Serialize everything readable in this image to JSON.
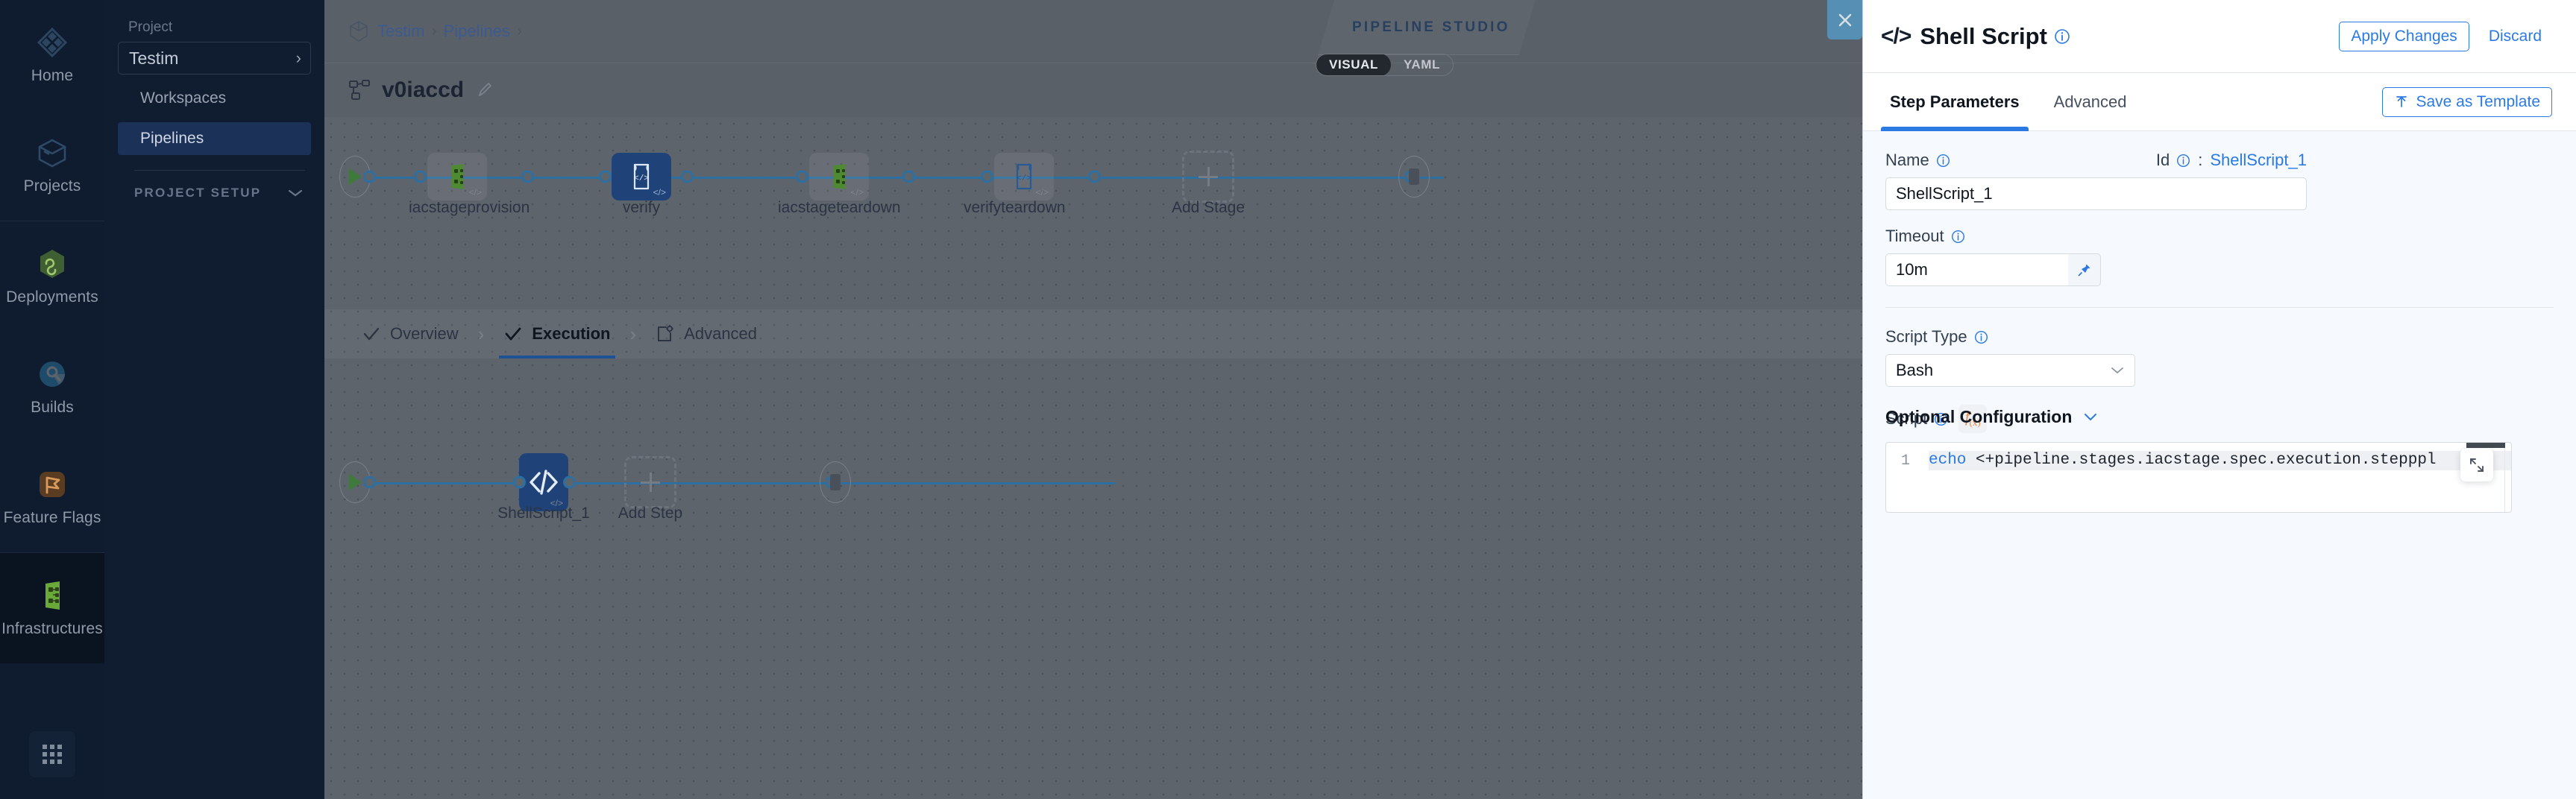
{
  "icon_rail": {
    "items": [
      {
        "label": "Home",
        "icon": "home-diamond-icon"
      },
      {
        "label": "Projects",
        "icon": "cube-icon"
      },
      {
        "label": "Deployments",
        "icon": "infinity-hex-icon"
      },
      {
        "label": "Builds",
        "icon": "build-pie-icon"
      },
      {
        "label": "Feature Flags",
        "icon": "flag-icon"
      },
      {
        "label": "Infrastructures",
        "icon": "infrastructure-icon"
      }
    ],
    "grid_button": "app-grid-icon"
  },
  "project_nav": {
    "caption": "Project",
    "project_name": "Testim",
    "picker_arrow": "›",
    "items": [
      {
        "label": "Workspaces",
        "active": false
      },
      {
        "label": "Pipelines",
        "active": true
      }
    ],
    "section_label": "PROJECT SETUP"
  },
  "breadcrumb": {
    "items": [
      "Testim",
      "Pipelines"
    ],
    "separator": "›",
    "trailing_separator": "›"
  },
  "studio_tag": "PIPELINE STUDIO",
  "title_bar": {
    "pipeline_name": "v0iaccd"
  },
  "mode_toggle": {
    "options": [
      "VISUAL",
      "YAML"
    ],
    "selected": "VISUAL"
  },
  "stage_graph": {
    "nodes": [
      {
        "label": "iacstageprovision",
        "type": "infrastructure",
        "selected": false
      },
      {
        "label": "verify",
        "type": "shell",
        "selected": true
      },
      {
        "label": "iacstageteardown",
        "type": "infrastructure",
        "selected": false
      },
      {
        "label": "verifyteardown",
        "type": "shell",
        "selected": false
      }
    ],
    "add_label": "Add Stage"
  },
  "stage_tabs": {
    "items": [
      {
        "label": "Overview",
        "icon": "check-icon",
        "current": false
      },
      {
        "label": "Execution",
        "icon": "check-icon",
        "current": true
      },
      {
        "label": "Advanced",
        "icon": "advanced-gear-icon",
        "current": false
      }
    ],
    "separator": "›"
  },
  "step_graph": {
    "step_label": "ShellScript_1",
    "add_label": "Add Step"
  },
  "drawer": {
    "close_icon": "close-icon",
    "header": {
      "code_icon": "</>",
      "title": "Shell Script",
      "info_icon": "info-icon",
      "apply_label": "Apply Changes",
      "discard_label": "Discard"
    },
    "tabs": [
      {
        "label": "Step Parameters",
        "active": true
      },
      {
        "label": "Advanced",
        "active": false
      }
    ],
    "save_template_label": "Save as Template",
    "save_template_icon": "upload-icon",
    "fields": {
      "name_label": "Name",
      "name_value": "ShellScript_1",
      "id_label": "Id",
      "id_separator": ":",
      "id_value": "ShellScript_1",
      "timeout_label": "Timeout",
      "timeout_value": "10m",
      "pin_icon": "pin-icon",
      "script_type_label": "Script Type",
      "script_type_value": "Bash",
      "script_label": "Script",
      "fx_icon": "f",
      "fx_sub": "(x)",
      "code_line_number": "1",
      "code_keyword": "echo",
      "code_rest": " <+pipeline.stages.iacstage.spec.execution.step",
      "code_tail": "ppl",
      "expand_icon": "expand-icon"
    },
    "optional_configuration_label": "Optional Configuration"
  },
  "colors": {
    "accent_blue": "#2b7ae3",
    "node_selected": "#1f4379",
    "rail_line": "#2d6fa0",
    "close_button": "#5590b4",
    "fx_orange": "#ef8337",
    "nav_active": "#1b3157"
  }
}
